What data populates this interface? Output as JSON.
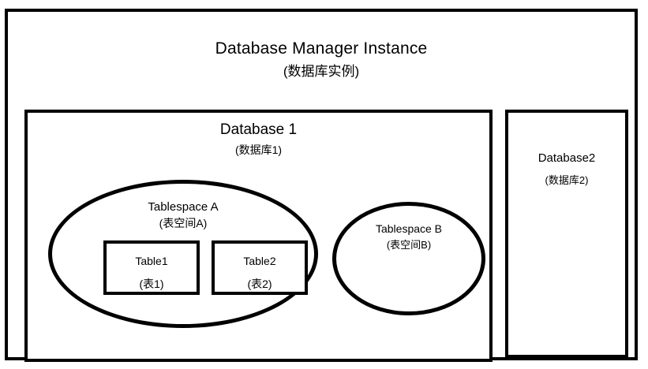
{
  "diagram": {
    "type": "nesting-diagram",
    "topic": "Database Manager Instance structure",
    "instance": {
      "title_en": "Database Manager Instance",
      "title_zh": "(数据库实例)",
      "databases": [
        {
          "id": "db1",
          "title_en": "Database 1",
          "title_zh": "(数据库1)",
          "tablespaces": [
            {
              "id": "tablespace-a",
              "shape": "ellipse",
              "title_en": "Tablespace A",
              "title_zh": "(表空间A)",
              "tables": [
                {
                  "id": "table1",
                  "title_en": "Table1",
                  "title_zh": "(表1)"
                },
                {
                  "id": "table2",
                  "title_en": "Table2",
                  "title_zh": "(表2)"
                }
              ]
            },
            {
              "id": "tablespace-b",
              "shape": "ellipse",
              "title_en": "Tablespace B",
              "title_zh": "(表空间B)",
              "tables": []
            }
          ]
        },
        {
          "id": "db2",
          "title_en": "Database2",
          "title_zh": "(数据库2)",
          "tablespaces": []
        }
      ]
    },
    "colors": {
      "stroke": "#000000",
      "background": "#ffffff",
      "text": "#000000"
    }
  }
}
